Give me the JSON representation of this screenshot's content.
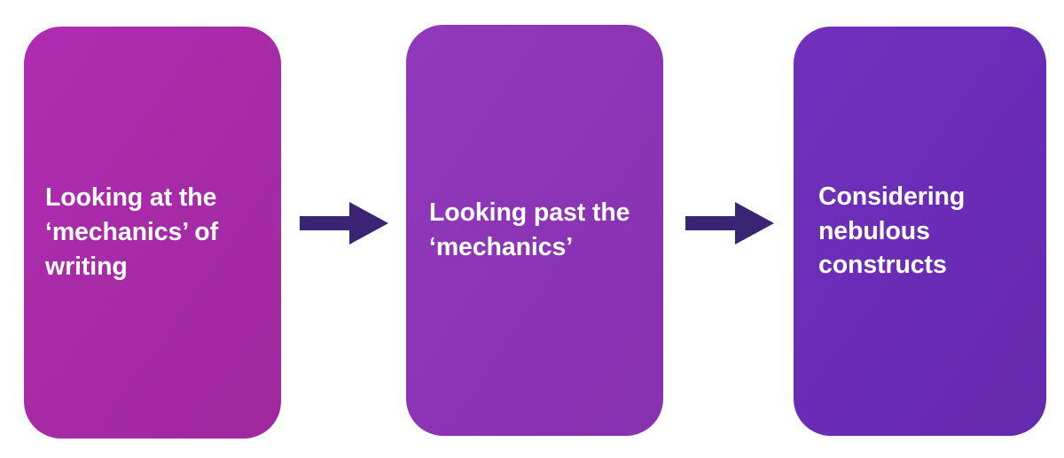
{
  "diagram": {
    "type": "process-flow",
    "orientation": "horizontal",
    "background_color": "#ffffff",
    "stages": [
      {
        "id": "stage-1",
        "label": "Looking at the ‘mechanics’ of writing",
        "fill_color": "#a62aa6",
        "text_color": "#ffffff"
      },
      {
        "id": "stage-2",
        "label": "Looking past the ‘mechanics’",
        "fill_color": "#8b34b5",
        "text_color": "#ffffff"
      },
      {
        "id": "stage-3",
        "label": "Considering nebulous constructs",
        "fill_color": "#6a2cb5",
        "text_color": "#ffffff"
      }
    ],
    "connectors": [
      {
        "id": "connector-1",
        "from": "stage-1",
        "to": "stage-2",
        "shape": "right-arrow",
        "color": "#3b2473"
      },
      {
        "id": "connector-2",
        "from": "stage-2",
        "to": "stage-3",
        "shape": "right-arrow",
        "color": "#3b2473"
      }
    ]
  }
}
